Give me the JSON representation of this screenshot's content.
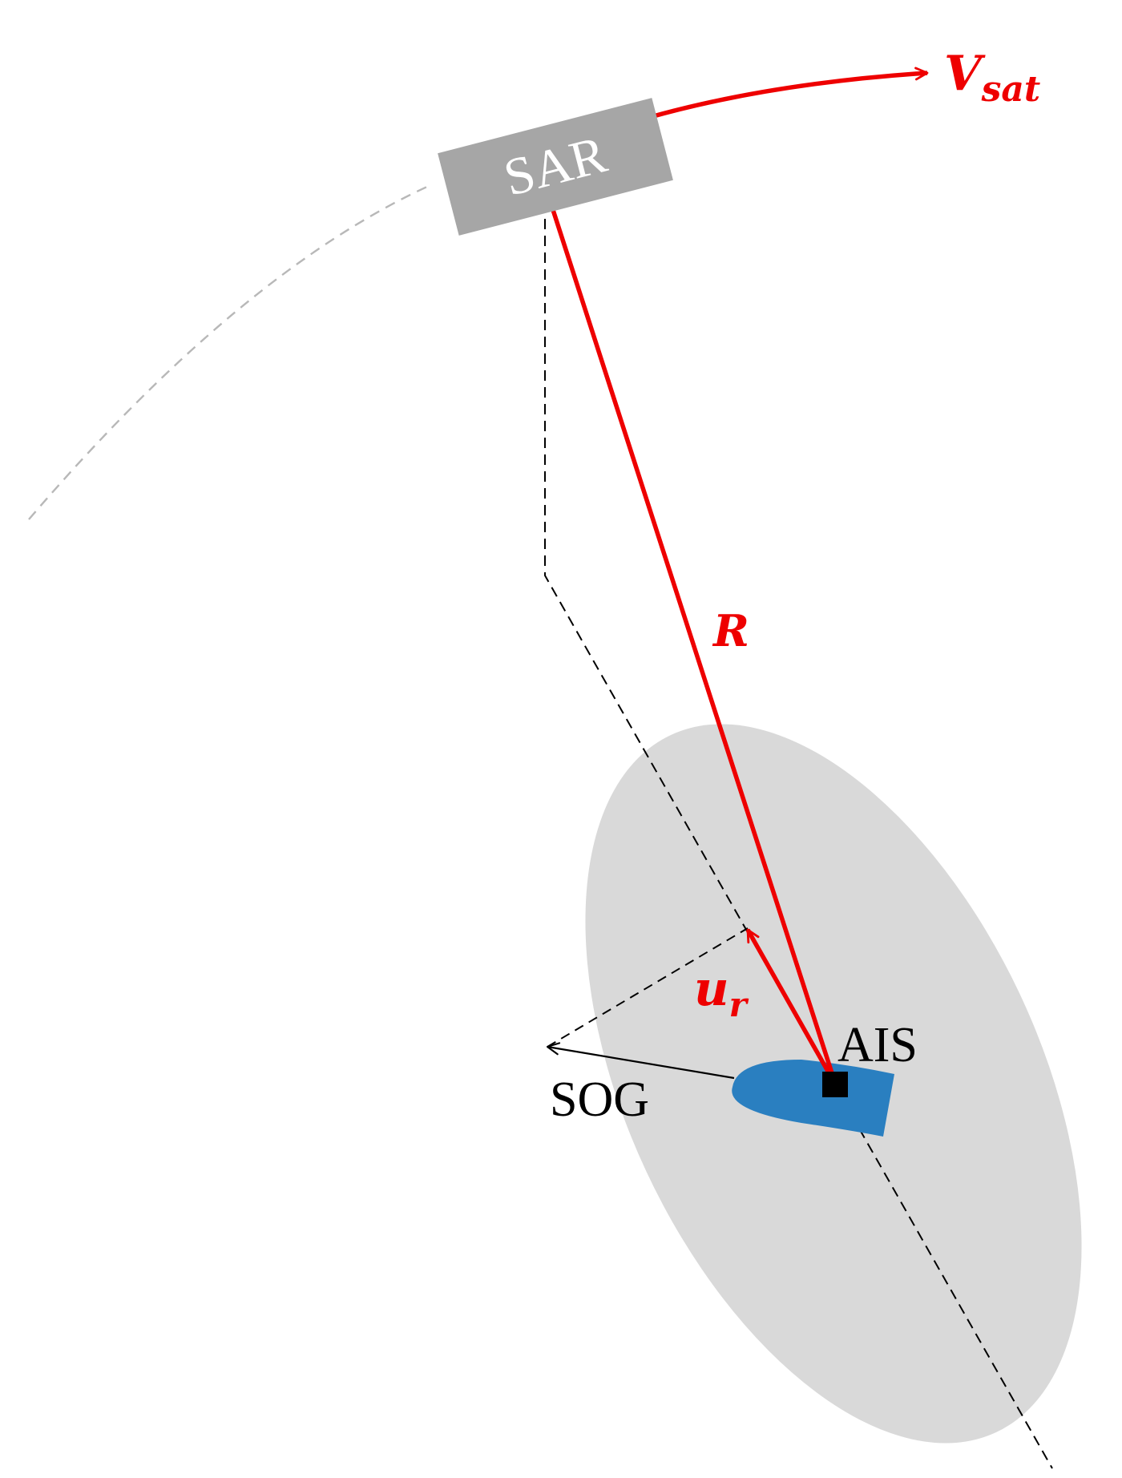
{
  "labels": {
    "satellite": "SAR",
    "velocity_symbol": "V",
    "velocity_subscript": "sat",
    "range": "R",
    "radial_unit_symbol": "u",
    "radial_unit_subscript": "r",
    "ais": "AIS",
    "sog": "SOG"
  },
  "colors": {
    "vector_red": "#ee0000",
    "satellite_box": "#a6a6a6",
    "satellite_text": "#ffffff",
    "footprint": "#d9d9d9",
    "ship": "#2a7fc0",
    "orbit_dash": "#b8b8b8",
    "line_black": "#000000"
  }
}
